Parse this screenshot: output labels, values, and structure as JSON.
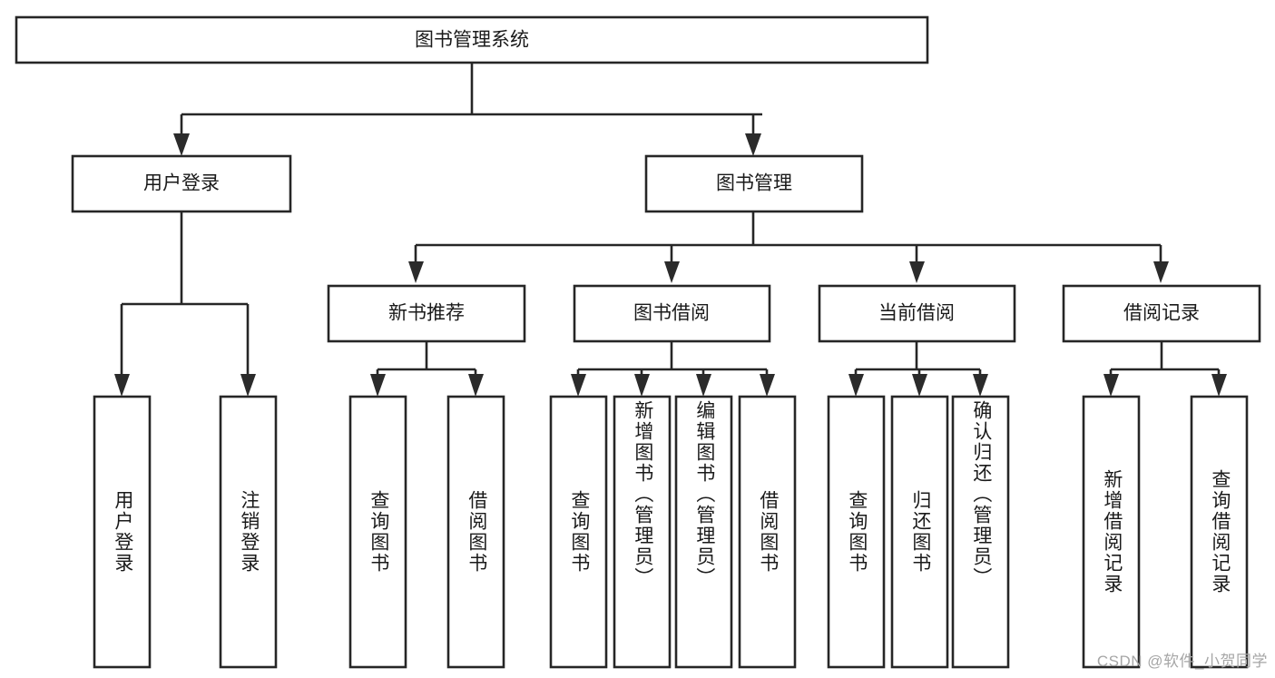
{
  "diagram": {
    "type": "hierarchy-tree",
    "title_node": "图书管理系统",
    "watermark": "CSDN @软件_小贺同学",
    "colors": {
      "background": "#ffffff",
      "box_stroke": "#262626",
      "box_fill": "#ffffff",
      "text": "#1a1a1a",
      "watermark": "#a6a6a6"
    },
    "level1": {
      "label": "图书管理系统"
    },
    "level2": [
      {
        "id": "user-login",
        "label": "用户登录"
      },
      {
        "id": "book-management",
        "label": "图书管理"
      }
    ],
    "level3": [
      {
        "id": "new-book-recommend",
        "label": "新书推荐",
        "parent": "book-management"
      },
      {
        "id": "book-borrow",
        "label": "图书借阅",
        "parent": "book-management"
      },
      {
        "id": "current-borrow",
        "label": "当前借阅",
        "parent": "book-management"
      },
      {
        "id": "borrow-record",
        "label": "借阅记录",
        "parent": "book-management"
      }
    ],
    "leaves": [
      {
        "id": "leaf-user-login",
        "label": "用户登录",
        "parent": "user-login",
        "align": "center"
      },
      {
        "id": "leaf-logout",
        "label": "注销登录",
        "parent": "user-login",
        "align": "center"
      },
      {
        "id": "leaf-query-book-1",
        "label": "查询图书",
        "parent": "new-book-recommend",
        "align": "center"
      },
      {
        "id": "leaf-borrow-book-1",
        "label": "借阅图书",
        "parent": "new-book-recommend",
        "align": "center"
      },
      {
        "id": "leaf-query-book-2",
        "label": "查询图书",
        "parent": "book-borrow",
        "align": "center"
      },
      {
        "id": "leaf-add-book",
        "label": "新增图书（管理员）",
        "parent": "book-borrow",
        "align": "top"
      },
      {
        "id": "leaf-edit-book",
        "label": "编辑图书（管理员）",
        "parent": "book-borrow",
        "align": "top"
      },
      {
        "id": "leaf-borrow-book-2",
        "label": "借阅图书",
        "parent": "book-borrow",
        "align": "center"
      },
      {
        "id": "leaf-query-book-3",
        "label": "查询图书",
        "parent": "current-borrow",
        "align": "center"
      },
      {
        "id": "leaf-return-book",
        "label": "归还图书",
        "parent": "current-borrow",
        "align": "center"
      },
      {
        "id": "leaf-confirm-return",
        "label": "确认归还（管理员）",
        "parent": "current-borrow",
        "align": "top"
      },
      {
        "id": "leaf-add-record",
        "label": "新增借阅记录",
        "parent": "borrow-record",
        "align": "center"
      },
      {
        "id": "leaf-query-record",
        "label": "查询借阅记录",
        "parent": "borrow-record",
        "align": "center"
      }
    ]
  }
}
